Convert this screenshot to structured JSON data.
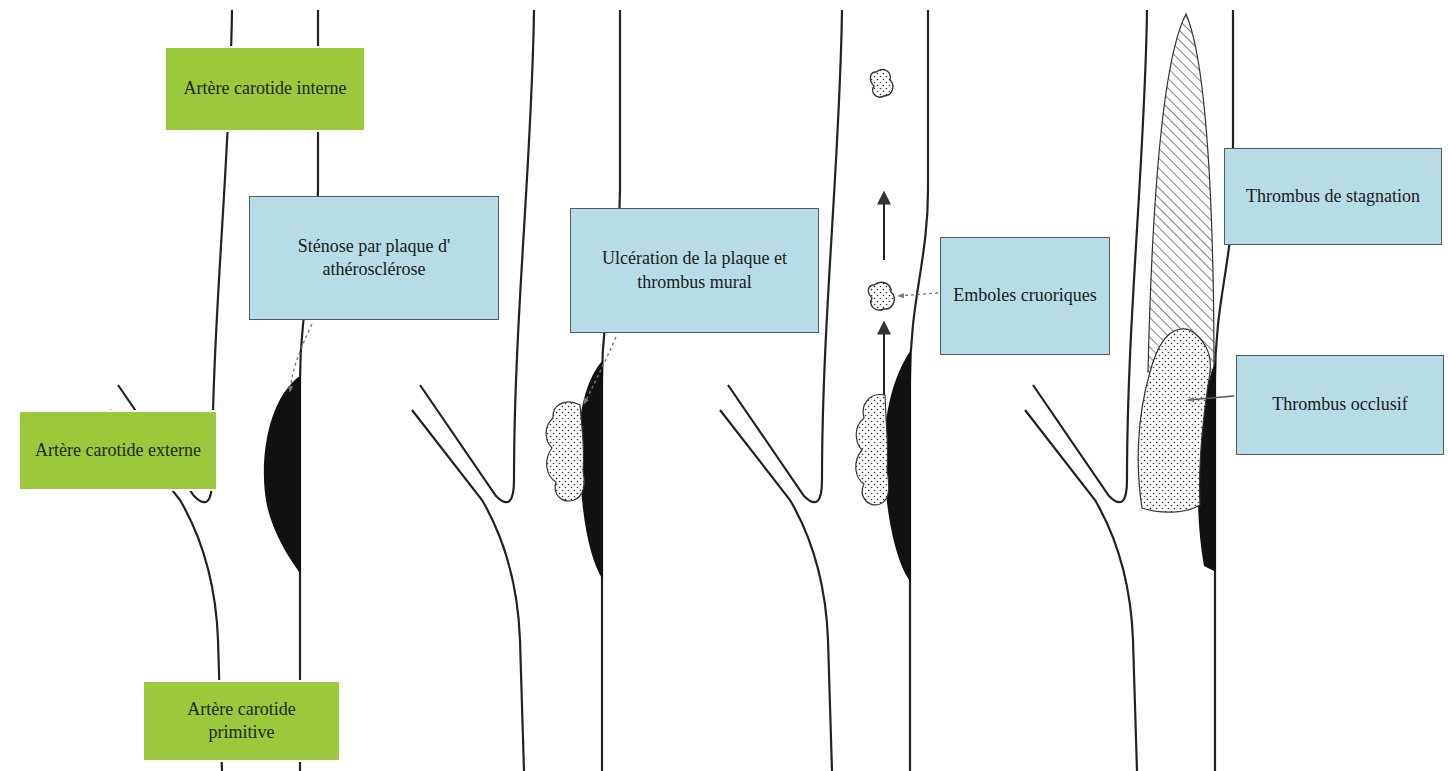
{
  "diagram": {
    "nodes": [
      {
        "text": [
          "Artère carotide interne"
        ]
      },
      {
        "text": [
          "Sténose par plaque d' athérosclérose"
        ]
      },
      {
        "text": [
          "Artère carotide externe"
        ]
      },
      {
        "text": [
          "Artère carotide primitive"
        ]
      },
      {
        "text": [
          "Ulcération de la plaque et thrombus mural"
        ]
      },
      {
        "text": [
          "Emboles cruoriques"
        ]
      },
      {
        "text": [
          "Thrombus de stagnation"
        ]
      },
      {
        "text": [
          "Thrombus occlusif"
        ]
      }
    ]
  }
}
